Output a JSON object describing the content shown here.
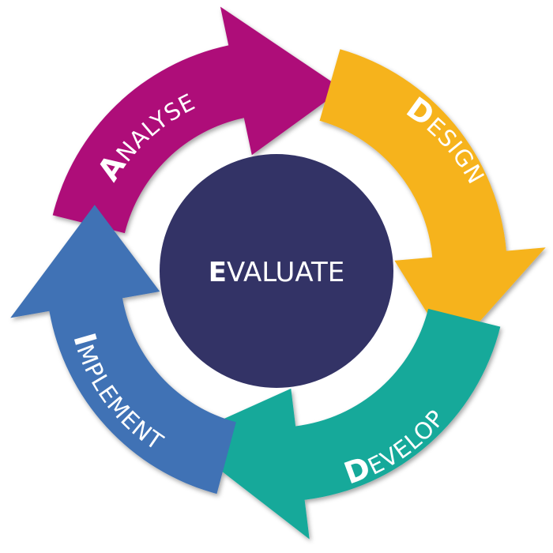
{
  "center": {
    "label_initial": "E",
    "label_rest": "VALUATE",
    "color": "#333366"
  },
  "stages": [
    {
      "initial": "A",
      "rest": "NALYSE",
      "color": "#AE0C79"
    },
    {
      "initial": "D",
      "rest": "ESIGN",
      "color": "#F6B31B"
    },
    {
      "initial": "D",
      "rest": "EVELOP",
      "color": "#12A99A"
    },
    {
      "initial": "I",
      "rest": "MPLEMENT",
      "color": "#3F72B5"
    }
  ]
}
